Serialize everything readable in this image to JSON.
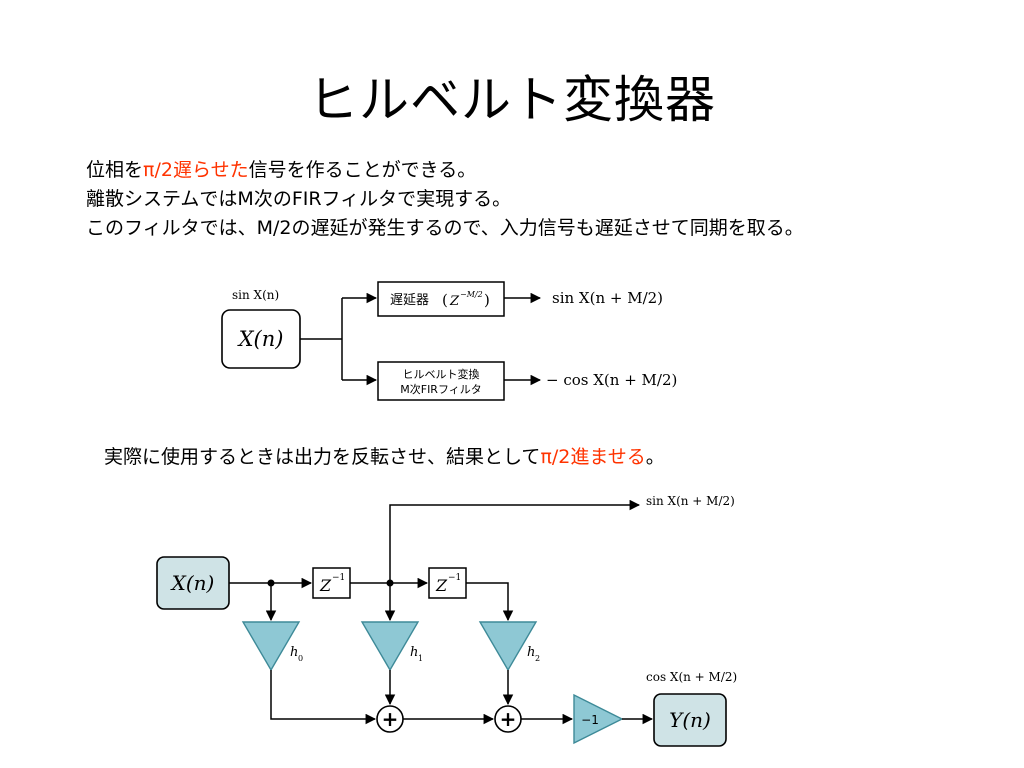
{
  "title": "ヒルベルト変換器",
  "description": {
    "line1": {
      "pre": "位相を",
      "highlight": "π/2遅らせた",
      "post": "信号を作ることができる。"
    },
    "line2": "離散システムではM次のFIRフィルタで実現する。",
    "line3": "このフィルタでは、M/2の遅延が発生するので、入力信号も遅延させて同期を取る。"
  },
  "diagram1": {
    "input_top_label": "sin X(n)",
    "input_block": "X(n)",
    "delay_block": {
      "label": "遅延器",
      "expr": "Z",
      "exponent": "−M/2"
    },
    "hilbert_block": {
      "line1": "ヒルベルト変換",
      "line2": "M次FIRフィルタ"
    },
    "output_top": "sin X(n + M/2)",
    "output_bottom": "− cos X(n + M/2)"
  },
  "note": {
    "pre": "実際に使用するときは出力を反転させ、結果として",
    "highlight": "π/2進ませる",
    "post": "。"
  },
  "diagram2": {
    "input_block": "X(n)",
    "delay1": {
      "base": "Z",
      "exp": "−1"
    },
    "delay2": {
      "base": "Z",
      "exp": "−1"
    },
    "gains": [
      "h",
      "h",
      "h"
    ],
    "gain_subscripts": [
      "0",
      "1",
      "2"
    ],
    "adder_symbol": "+",
    "invert_gain": "−1",
    "output_top": "sin X(n + M/2)",
    "output_mid": "cos X(n + M/2)",
    "output_block": "Y(n)",
    "colors": {
      "block_fill": "#cfe3e6",
      "triangle_fill": "#8ec8d4",
      "triangle_stroke": "#3e8a98"
    }
  },
  "colors": {
    "highlight": "#ff3300",
    "text": "#000000"
  }
}
